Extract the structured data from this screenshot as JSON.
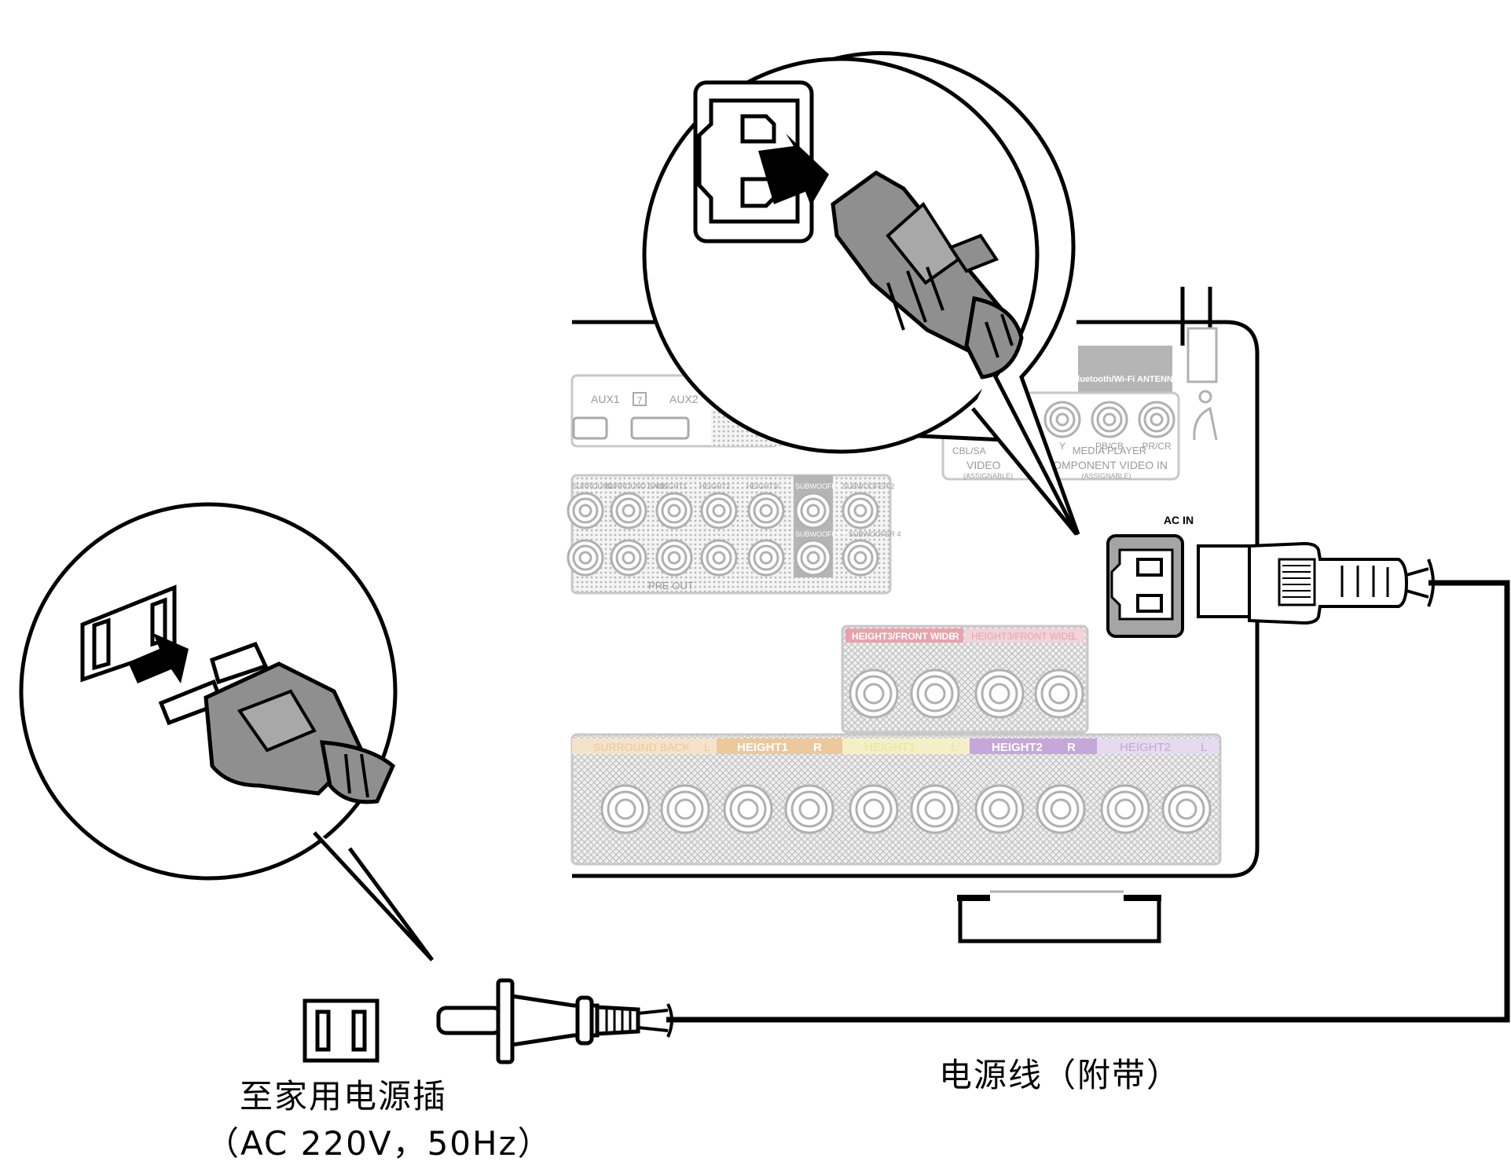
{
  "captions": {
    "outlet_title": "至家用电源插",
    "outlet_spec": "（AC 220V，50Hz）",
    "cord": "电源线（附带）"
  },
  "panel": {
    "ac_in": "AC IN",
    "antenna": "Bluetooth/Wi-Fi ANTENNA",
    "aux1": "AUX1",
    "aux_num": "7",
    "aux2": "AUX2",
    "video_l1": "CBL/SA",
    "video_l2": "VIDEO",
    "video_l3": "(ASSIGNABLE)",
    "comp_y": "Y",
    "comp_pb": "PB/CB",
    "comp_pr": "PR/CR",
    "media_player": "MEDIA PLAYER",
    "component_video_in": "COMPONENT VIDEO IN",
    "assignable": "(ASSIGNABLE)",
    "pre_out": "PRE  OUT",
    "preout_labels": [
      "SURROUND",
      "SURROUND BACK",
      "HEIGHT1",
      "HEIGHT2",
      "HEIGHT3/",
      "SUBWOOFER",
      "SUBWOOFER 2",
      "SUBWOOFER 3",
      "SUBWOOFER 4"
    ],
    "height3_r": "HEIGHT3/FRONT WIDE",
    "height3_l": "HEIGHT3/FRONT WIDE",
    "surround_back": "SURROUND BACK",
    "height1_r": "HEIGHT1",
    "height1_l": "HEIGHT1",
    "height2_r": "HEIGHT2",
    "height2_l": "HEIGHT2",
    "r": "R",
    "l": "L"
  },
  "colors": {
    "line": "#000000",
    "panel_gray": "#b5b5b5",
    "plug_gray": "#8f8f8f",
    "height3": "#e8a2ae",
    "surround_back": "#ecc89a",
    "height1": "#ece29c",
    "height2": "#c5a7d9"
  },
  "icons": [
    "arrow-icon",
    "plug-icon",
    "socket-icon"
  ]
}
